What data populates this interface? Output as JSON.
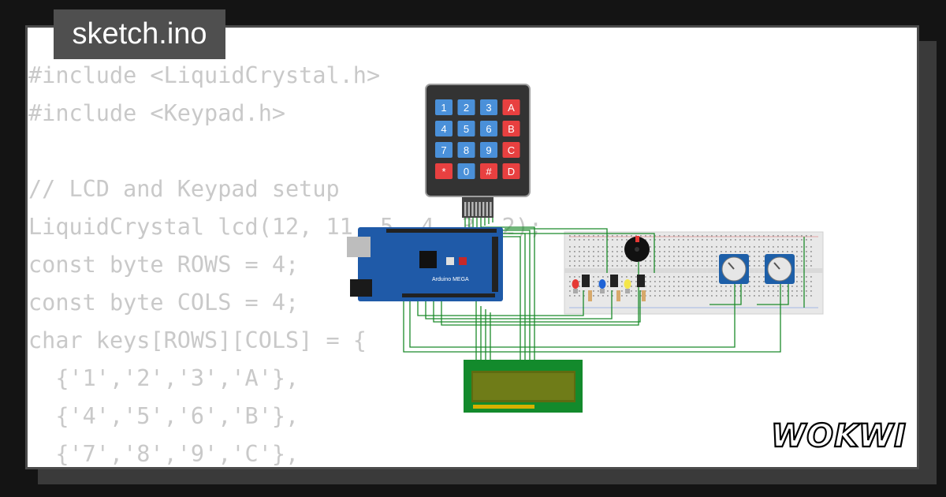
{
  "file_tab": {
    "label": "sketch.ino"
  },
  "code_lines": [
    "#include <LiquidCrystal.h>",
    "#include <Keypad.h>",
    "",
    "// LCD and Keypad setup",
    "LiquidCrystal lcd(12, 11, 5, 4, 3, 2);",
    "const byte ROWS = 4;",
    "const byte COLS = 4;",
    "char keys[ROWS][COLS] = {",
    "  {'1','2','3','A'},",
    "  {'4','5','6','B'},",
    "  {'7','8','9','C'},"
  ],
  "keypad": {
    "keys": [
      "1",
      "2",
      "3",
      "A",
      "4",
      "5",
      "6",
      "B",
      "7",
      "8",
      "9",
      "C",
      "*",
      "0",
      "#",
      "D"
    ],
    "number_key_color": "#4a90d9",
    "letter_key_color": "#e84040"
  },
  "arduino": {
    "label": "Arduino MEGA",
    "color": "#1f5aa8"
  },
  "lcd_color": "#5e6b10",
  "wire_color": "#1b8a2a",
  "led_colors": [
    "#e53935",
    "#1e63d6",
    "#f4e64a"
  ],
  "brand": {
    "logo_text": "WOKWI"
  }
}
